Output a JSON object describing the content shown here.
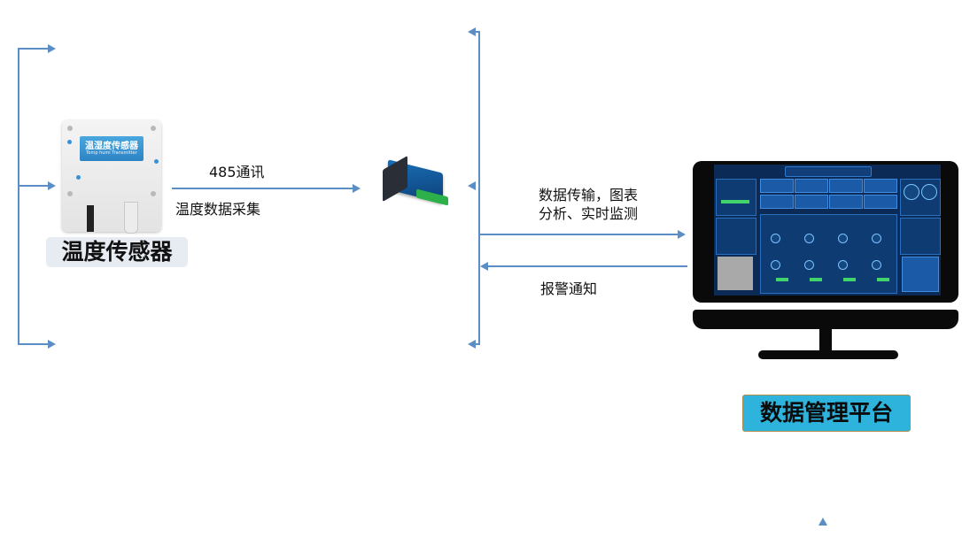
{
  "sensor": {
    "device_label": "温湿度传感器",
    "device_sublabel": "Temp humi Transmitter",
    "title": "温度传感器"
  },
  "link_sensor_gateway": {
    "protocol_label": "485通讯",
    "function_label": "温度数据采集"
  },
  "link_gateway_platform": {
    "forward_label_line1": "数据传输，图表",
    "forward_label_line2": "分析、实时监测",
    "return_label": "报警通知"
  },
  "platform": {
    "title": "数据管理平台"
  },
  "colors": {
    "connector": "#5b8ec4",
    "platform_badge_bg": "#2db3dc",
    "sensor_badge_bg": "#e7ecf3",
    "screen_bg": "#0b2a55"
  }
}
